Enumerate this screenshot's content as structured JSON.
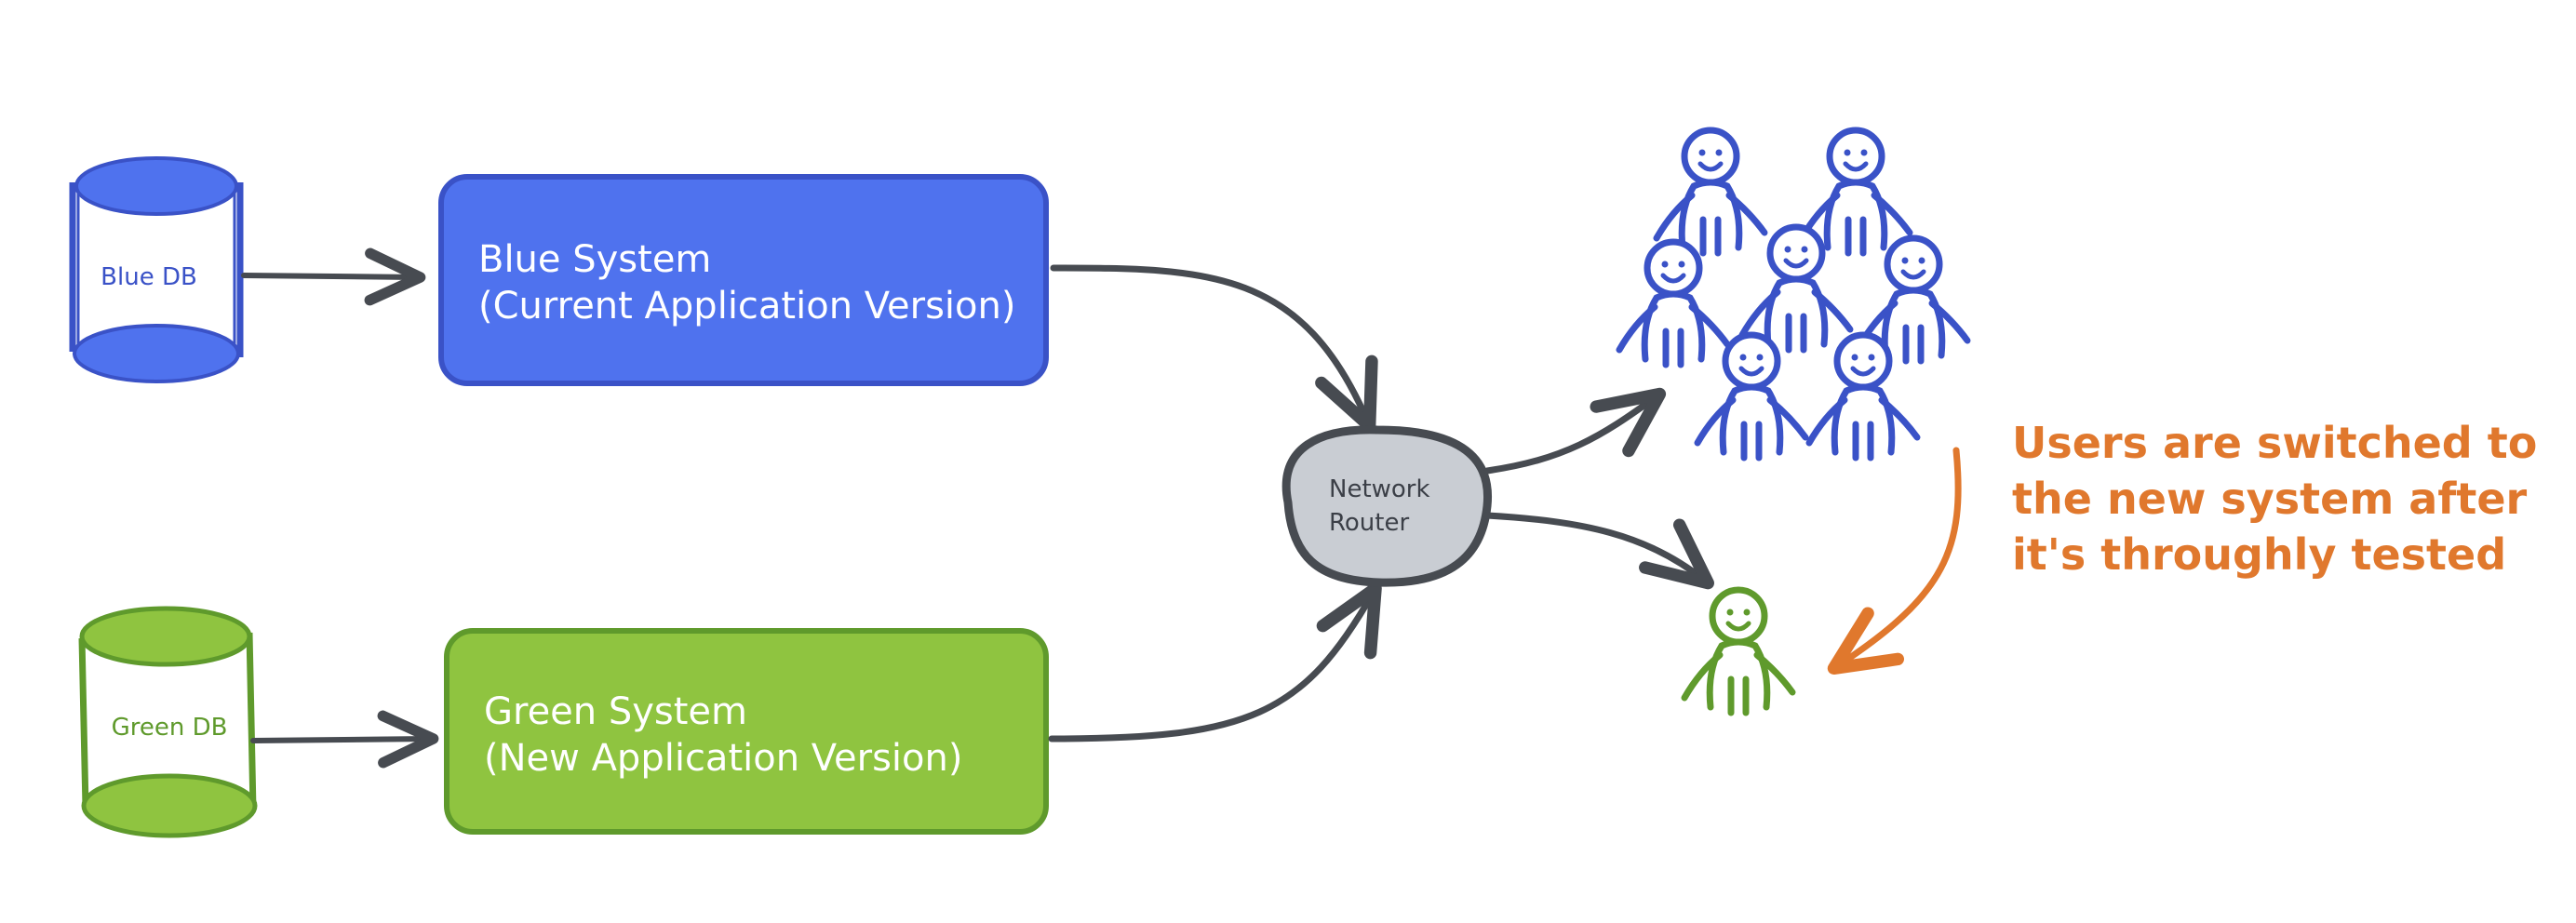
{
  "blue_db": {
    "label": "Blue DB"
  },
  "green_db": {
    "label": "Green DB"
  },
  "blue_system": {
    "line1": "Blue System",
    "line2": "(Current Application Version)"
  },
  "green_system": {
    "line1": "Green System",
    "line2": "(New Application Version)"
  },
  "router": {
    "line1": "Network",
    "line2": "Router"
  },
  "note": {
    "line1": "Users are switched to",
    "line2": "the new system after",
    "line3": "it's throughly tested"
  },
  "colors": {
    "blue": "#4f72ee",
    "blue_stroke": "#3a52c7",
    "green": "#8fc440",
    "green_stroke": "#5f9a2c",
    "router_fill": "#c9cdd3",
    "line": "#474b51",
    "note": "#e0782d"
  }
}
